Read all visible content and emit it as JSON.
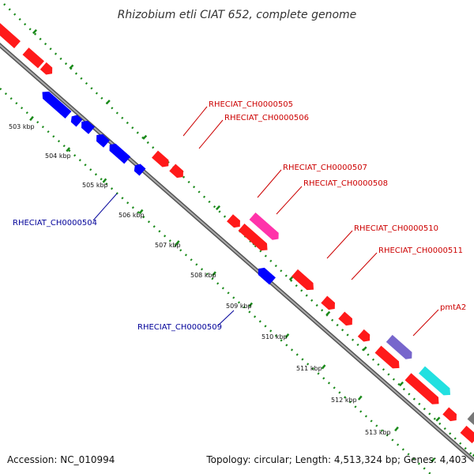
{
  "title": "Rhizobium etli CIAT 652, complete genome",
  "accession": "Accession: NC_010994",
  "summary": "Topology: circular; Length: 4,513,324 bp; Genes: 4,403",
  "colors": {
    "backbone": "#888888",
    "dotted_ring": "#1a8a1a",
    "tick_ring": "#1a8a1a",
    "forward_gene": "#ff1a1a",
    "reverse_gene": "#0000ff",
    "highlight_magenta": "#ff33aa",
    "highlight_purple": "#7766cc",
    "highlight_cyan": "#22e0e0",
    "forward_label": "#cc0000",
    "reverse_label": "#000099"
  },
  "ticks": [
    {
      "label": "503 kbp"
    },
    {
      "label": "504 kbp"
    },
    {
      "label": "505 kbp"
    },
    {
      "label": "506 kbp"
    },
    {
      "label": "507 kbp"
    },
    {
      "label": "508 kbp"
    },
    {
      "label": "509 kbp"
    },
    {
      "label": "510 kbp"
    },
    {
      "label": "511 kbp"
    },
    {
      "label": "512 kbp"
    },
    {
      "label": "513 kbp"
    }
  ],
  "gene_labels": [
    {
      "name": "RHECIAT_CH0000504",
      "strand": "reverse"
    },
    {
      "name": "RHECIAT_CH0000505",
      "strand": "forward"
    },
    {
      "name": "RHECIAT_CH0000506",
      "strand": "forward"
    },
    {
      "name": "RHECIAT_CH0000507",
      "strand": "forward"
    },
    {
      "name": "RHECIAT_CH0000508",
      "strand": "forward"
    },
    {
      "name": "RHECIAT_CH0000509",
      "strand": "reverse"
    },
    {
      "name": "RHECIAT_CH0000510",
      "strand": "forward"
    },
    {
      "name": "RHECIAT_CH0000511",
      "strand": "forward"
    },
    {
      "name": "pmtA2",
      "strand": "forward"
    }
  ]
}
